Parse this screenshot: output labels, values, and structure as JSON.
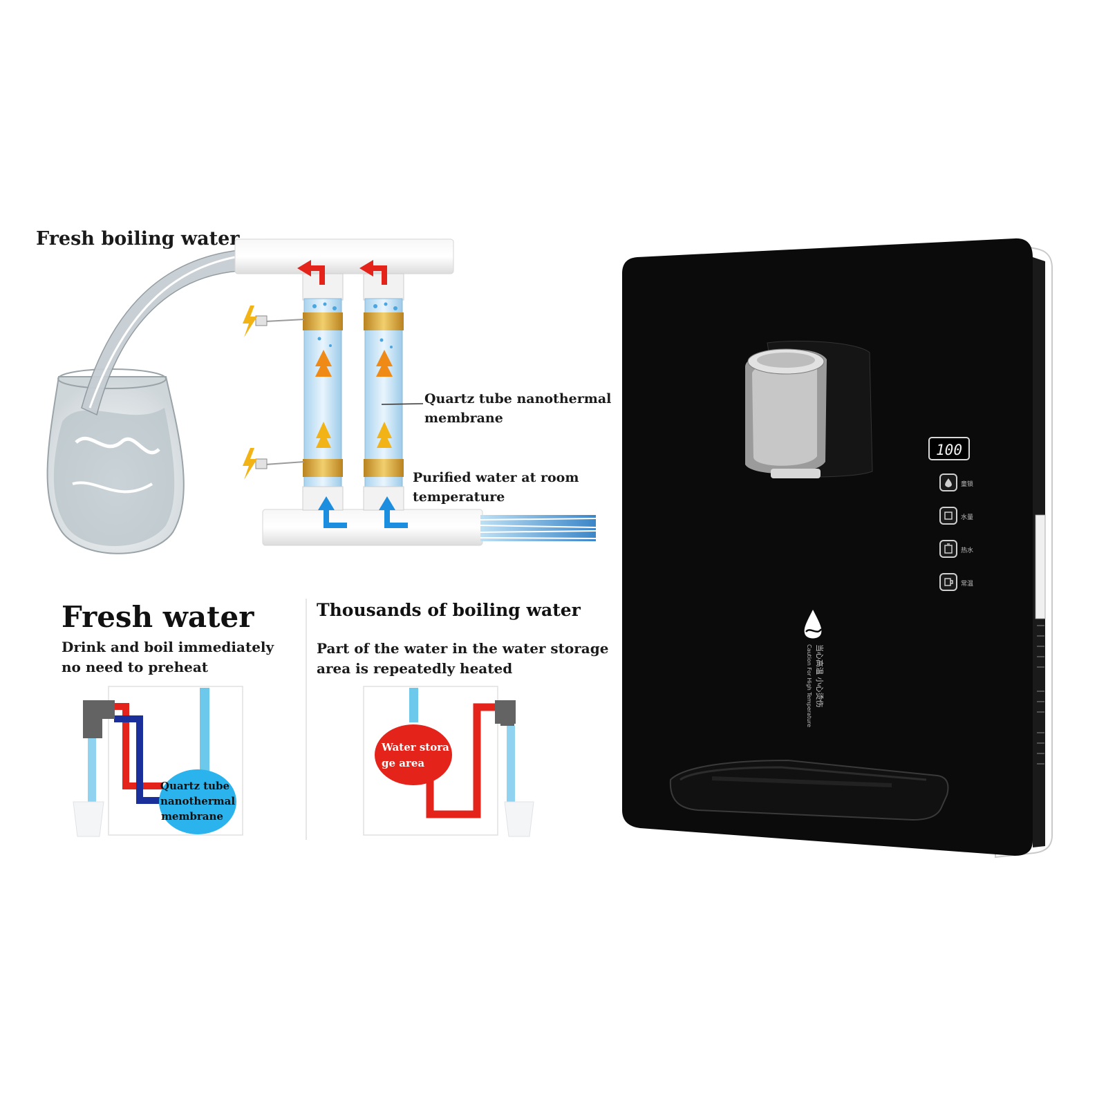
{
  "top_diagram": {
    "outlet_label": "Fresh boiling water",
    "membrane_label_line1": "Quartz tube nanothermal",
    "membrane_label_line2": "membrane",
    "inlet_label_line1": "Purified water at room",
    "inlet_label_line2": "temperature"
  },
  "left_panel": {
    "title": "Fresh water",
    "desc_line1": "Drink and boil immediately",
    "desc_line2": "no need to preheat",
    "bubble_line1": "Quartz tube",
    "bubble_line2": "nanothermal",
    "bubble_line3": "membrane"
  },
  "right_panel": {
    "title": "Thousands of boiling water",
    "desc_line1": "Part of the water in the water storage",
    "desc_line2": "area is repeatedly heated",
    "bubble_line1": "Water stora",
    "bubble_line2": "ge area"
  },
  "dispenser": {
    "display_value": "100",
    "buttons": [
      {
        "icon": "drop-icon",
        "label": "童锁"
      },
      {
        "icon": "cup-icon",
        "label": "水量"
      },
      {
        "icon": "kettle-icon",
        "label": "热水"
      },
      {
        "icon": "mug-icon",
        "label": "常温"
      }
    ],
    "warning_cn": "当心高温  小心烫伤",
    "warning_en": "Caution For High Temperature"
  },
  "colors": {
    "hot": "#e4231b",
    "cold": "#1c8ee0",
    "membrane": "#1a2f9a",
    "bubble_blue": "#2bb3ee",
    "device_body": "#0b0b0b",
    "gold_band": "#d9a434"
  }
}
